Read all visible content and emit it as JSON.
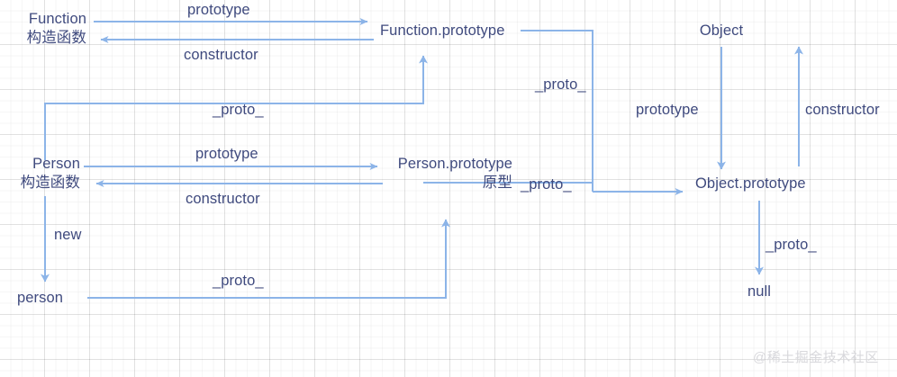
{
  "diagram": {
    "title": "JavaScript prototype chain",
    "colors": {
      "edge": "#8cb4e8",
      "text": "#3f4a7e",
      "grid_major": "rgba(0,0,0,0.085)",
      "grid_minor": "rgba(0,0,0,0.035)",
      "background": "#ffffff",
      "watermark": "#d8d8dc"
    },
    "nodes": [
      {
        "id": "function",
        "label": "Function",
        "sub": "构造函数"
      },
      {
        "id": "function-prototype",
        "label": "Function.prototype",
        "sub": ""
      },
      {
        "id": "object",
        "label": "Object",
        "sub": ""
      },
      {
        "id": "person",
        "label": "Person",
        "sub": "构造函数"
      },
      {
        "id": "person-prototype",
        "label": "Person.prototype",
        "sub": "原型"
      },
      {
        "id": "object-prototype",
        "label": "Object.prototype",
        "sub": ""
      },
      {
        "id": "person-instance",
        "label": "person",
        "sub": ""
      },
      {
        "id": "null-node",
        "label": "null",
        "sub": ""
      }
    ],
    "edge_labels": [
      {
        "id": "fn-prototype",
        "text": "prototype"
      },
      {
        "id": "fn-constructor",
        "text": "constructor"
      },
      {
        "id": "fn-proto",
        "text": "_proto_"
      },
      {
        "id": "person-prototype",
        "text": "prototype"
      },
      {
        "id": "person-constructor",
        "text": "constructor"
      },
      {
        "id": "person-new",
        "text": "new"
      },
      {
        "id": "person-instance-proto",
        "text": "_proto_"
      },
      {
        "id": "personproto-proto",
        "text": "_proto_"
      },
      {
        "id": "funcproto-proto",
        "text": "_proto_"
      },
      {
        "id": "object-prototype",
        "text": "prototype"
      },
      {
        "id": "object-constructor",
        "text": "constructor"
      },
      {
        "id": "objproto-proto",
        "text": "_proto_"
      }
    ],
    "watermark": "@稀土掘金技术社区"
  }
}
